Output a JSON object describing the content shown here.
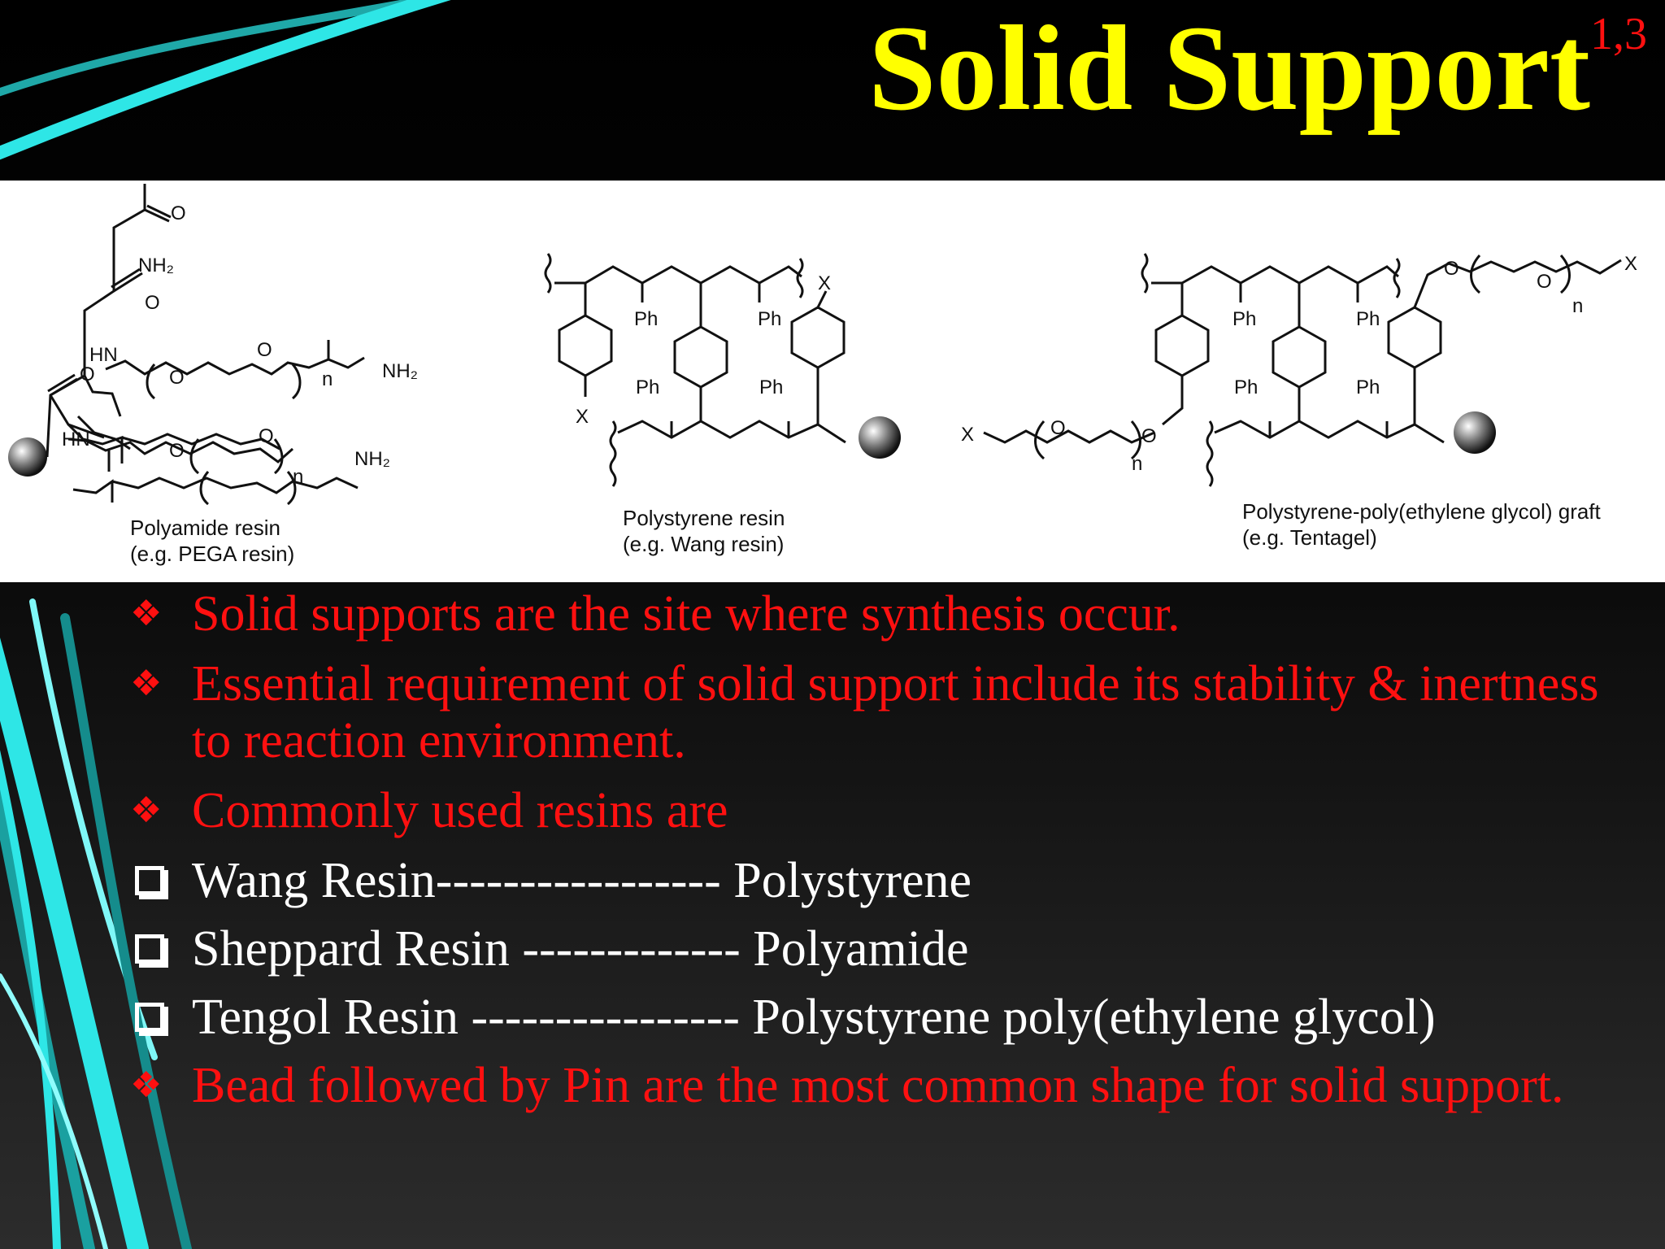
{
  "slide": {
    "title": "Solid Support",
    "title_ref": "1,3",
    "colors": {
      "title": "#ffff00",
      "bullet_red": "#ff1010",
      "bullet_white": "#ffffff",
      "accent_cyan": "#2ee6e6"
    }
  },
  "figure": {
    "labels": {
      "nh2": "NH₂",
      "hn": "HN",
      "o": "O",
      "n": "n",
      "ph": "Ph",
      "x": "X"
    },
    "captions": [
      {
        "line1": "Polyamide resin",
        "line2": "(e.g. PEGA resin)"
      },
      {
        "line1": "Polystyrene resin",
        "line2": "(e.g. Wang resin)"
      },
      {
        "line1": "Polystyrene-poly(ethylene glycol) graft",
        "line2": "(e.g. Tentagel)"
      }
    ]
  },
  "bullets": [
    {
      "icon": "diamond-bullet-icon",
      "text": "Solid supports are the site where synthesis occur."
    },
    {
      "icon": "diamond-bullet-icon",
      "text": "Essential requirement of solid support include its stability & inertness to reaction environment."
    },
    {
      "icon": "diamond-bullet-icon",
      "text": "Commonly used resins are"
    },
    {
      "icon": "checkbox-bullet-icon",
      "text": "Wang Resin----------------- Polystyrene"
    },
    {
      "icon": "checkbox-bullet-icon",
      "text": "Sheppard Resin ------------- Polyamide"
    },
    {
      "icon": "checkbox-bullet-icon",
      "text": "Tengol Resin ---------------- Polystyrene poly(ethylene glycol)"
    },
    {
      "icon": "diamond-bullet-icon",
      "text": "Bead followed by Pin are the most common shape for solid support."
    }
  ]
}
